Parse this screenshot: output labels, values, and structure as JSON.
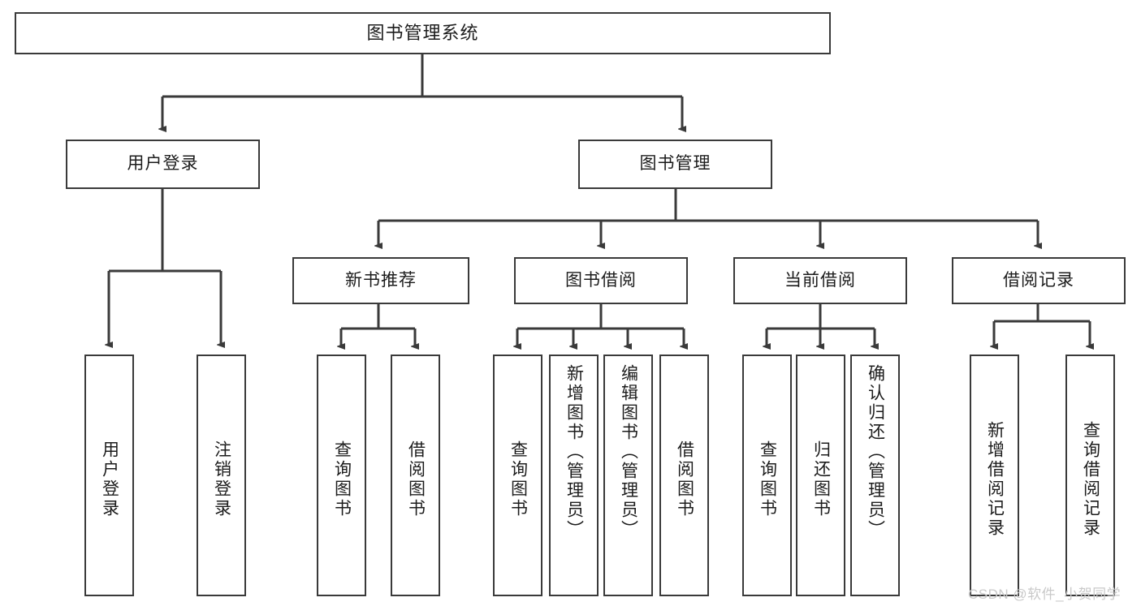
{
  "diagram": {
    "title": "图书管理系统",
    "type": "tree-hierarchy-chart",
    "accent_color": "#3a3a3a",
    "background_color": "#ffffff",
    "watermark": "CSDN @软件_小贺同学",
    "levels": {
      "root": {
        "label": "图书管理系统"
      },
      "level2": [
        {
          "label": "用户登录"
        },
        {
          "label": "图书管理"
        }
      ],
      "level3": [
        {
          "label": "新书推荐"
        },
        {
          "label": "图书借阅"
        },
        {
          "label": "当前借阅"
        },
        {
          "label": "借阅记录"
        }
      ],
      "leaves": {
        "user_login": [
          {
            "label": "用户登录"
          },
          {
            "label": "注销登录"
          }
        ],
        "new_book_recommend": [
          {
            "label": "查询图书"
          },
          {
            "label": "借阅图书"
          }
        ],
        "book_borrow": [
          {
            "label": "查询图书"
          },
          {
            "label": "新增图书（管理员）"
          },
          {
            "label": "编辑图书（管理员）"
          },
          {
            "label": "借阅图书"
          }
        ],
        "current_borrow": [
          {
            "label": "查询图书"
          },
          {
            "label": "归还图书"
          },
          {
            "label": "确认归还（管理员）"
          }
        ],
        "borrow_record": [
          {
            "label": "新增借阅记录"
          },
          {
            "label": "查询借阅记录"
          }
        ]
      }
    }
  }
}
